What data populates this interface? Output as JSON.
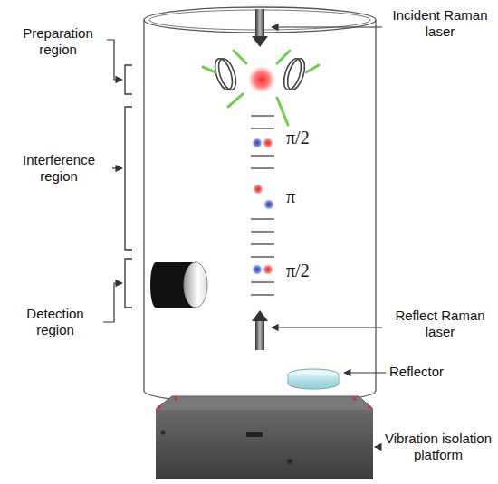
{
  "diagram": {
    "labels": [
      "Preparation region",
      "Incident Raman laser",
      "π/2",
      "Interference region",
      "π",
      "π/2",
      "Detection region",
      "Reflect Raman laser",
      "Reflector",
      "Vibration isolation platform"
    ]
  }
}
